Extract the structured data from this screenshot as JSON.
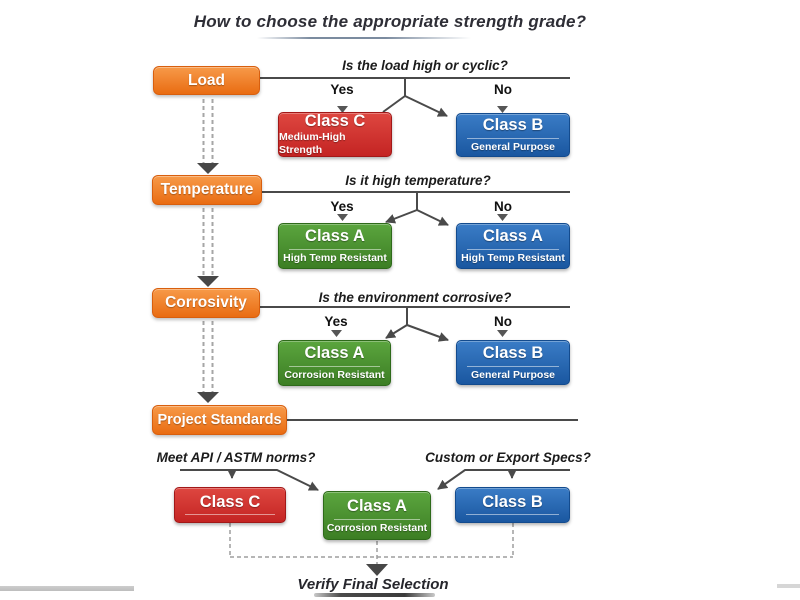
{
  "title": "How to choose the appropriate strength grade?",
  "labels": {
    "yes": "Yes",
    "no": "No"
  },
  "stages": [
    {
      "name": "Load",
      "question": "Is the load high or cyclic?",
      "yes_box": {
        "title": "Class C",
        "subtitle": "Medium-High Strength",
        "color": "red"
      },
      "no_box": {
        "title": "Class B",
        "subtitle": "General Purpose",
        "color": "blue"
      }
    },
    {
      "name": "Temperature",
      "question": "Is it high temperature?",
      "yes_box": {
        "title": "Class A",
        "subtitle": "High Temp Resistant",
        "color": "green"
      },
      "no_box": {
        "title": "Class A",
        "subtitle": "High Temp Resistant",
        "color": "blue"
      }
    },
    {
      "name": "Corrosivity",
      "question": "Is the environment corrosive?",
      "yes_box": {
        "title": "Class A",
        "subtitle": "Corrosion Resistant",
        "color": "green"
      },
      "no_box": {
        "title": "Class B",
        "subtitle": "General Purpose",
        "color": "blue"
      }
    }
  ],
  "final_stage": {
    "name": "Project Standards",
    "left_question": "Meet API / ASTM norms?",
    "right_question": "Custom or Export Specs?",
    "left_box": {
      "title": "Class C",
      "color": "red"
    },
    "center_box": {
      "title": "Class A",
      "subtitle": "Corrosion Resistant",
      "color": "green"
    },
    "right_box": {
      "title": "Class B",
      "color": "blue"
    },
    "footer": "Verify Final Selection"
  },
  "colors": {
    "orange_top": "#F79A49",
    "orange_bottom": "#E96C12",
    "orange_border": "#D85F0E",
    "red_top": "#DE4740",
    "red_bottom": "#C42423",
    "red_border": "#A21818",
    "blue_top": "#3A7CC6",
    "blue_bottom": "#1A57A0",
    "blue_border": "#134B8E",
    "green_top": "#5BA53E",
    "green_bottom": "#3C7E24",
    "green_border": "#2E6A1A",
    "line": "#4A4A4A",
    "dash": "#A6A6A6",
    "arrowhead": "#474747"
  }
}
